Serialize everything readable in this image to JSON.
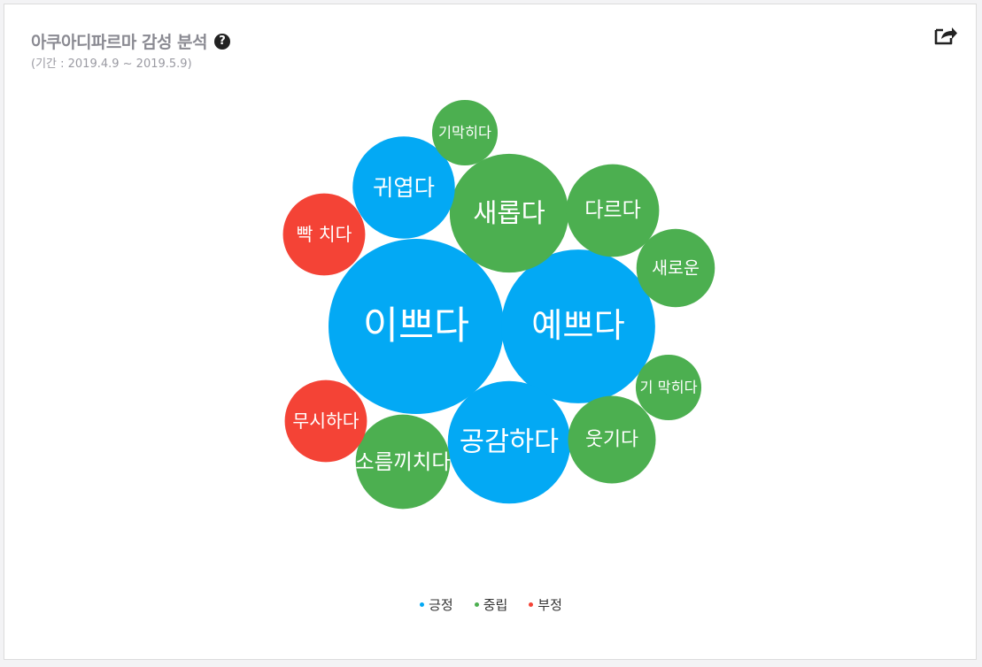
{
  "header": {
    "title": "아쿠아디파르마 감성 분석",
    "help_icon": "question-circle-icon",
    "period": "(기간 : 2019.4.9 ~ 2019.5.9)",
    "share_icon": "share-icon"
  },
  "colors": {
    "positive": "#03a9f4",
    "neutral": "#4caf50",
    "negative": "#f44336"
  },
  "chart_data": {
    "type": "bubble",
    "series": [
      {
        "name": "긍정",
        "color": "#03a9f4"
      },
      {
        "name": "중립",
        "color": "#4caf50"
      },
      {
        "name": "부정",
        "color": "#f44336"
      }
    ],
    "bubbles": [
      {
        "label": "이쁘다",
        "sentiment": "긍정",
        "value": 100
      },
      {
        "label": "예쁘다",
        "sentiment": "긍정",
        "value": 77
      },
      {
        "label": "새롭다",
        "sentiment": "중립",
        "value": 46
      },
      {
        "label": "공감하다",
        "sentiment": "긍정",
        "value": 49
      },
      {
        "label": "귀엽다",
        "sentiment": "긍정",
        "value": 34
      },
      {
        "label": "다르다",
        "sentiment": "중립",
        "value": 28
      },
      {
        "label": "웃기다",
        "sentiment": "중립",
        "value": 25
      },
      {
        "label": "소름끼치다",
        "sentiment": "중립",
        "value": 29
      },
      {
        "label": "새로운",
        "sentiment": "중립",
        "value": 20
      },
      {
        "label": "빡 치다",
        "sentiment": "부정",
        "value": 22
      },
      {
        "label": "무시하다",
        "sentiment": "부정",
        "value": 22
      },
      {
        "label": "기 막히다",
        "sentiment": "중립",
        "value": 14
      },
      {
        "label": "기막히다",
        "sentiment": "중립",
        "value": 14
      }
    ]
  },
  "legend": [
    {
      "label": "긍정",
      "color": "#03a9f4"
    },
    {
      "label": "중립",
      "color": "#4caf50"
    },
    {
      "label": "부정",
      "color": "#f44336"
    }
  ]
}
